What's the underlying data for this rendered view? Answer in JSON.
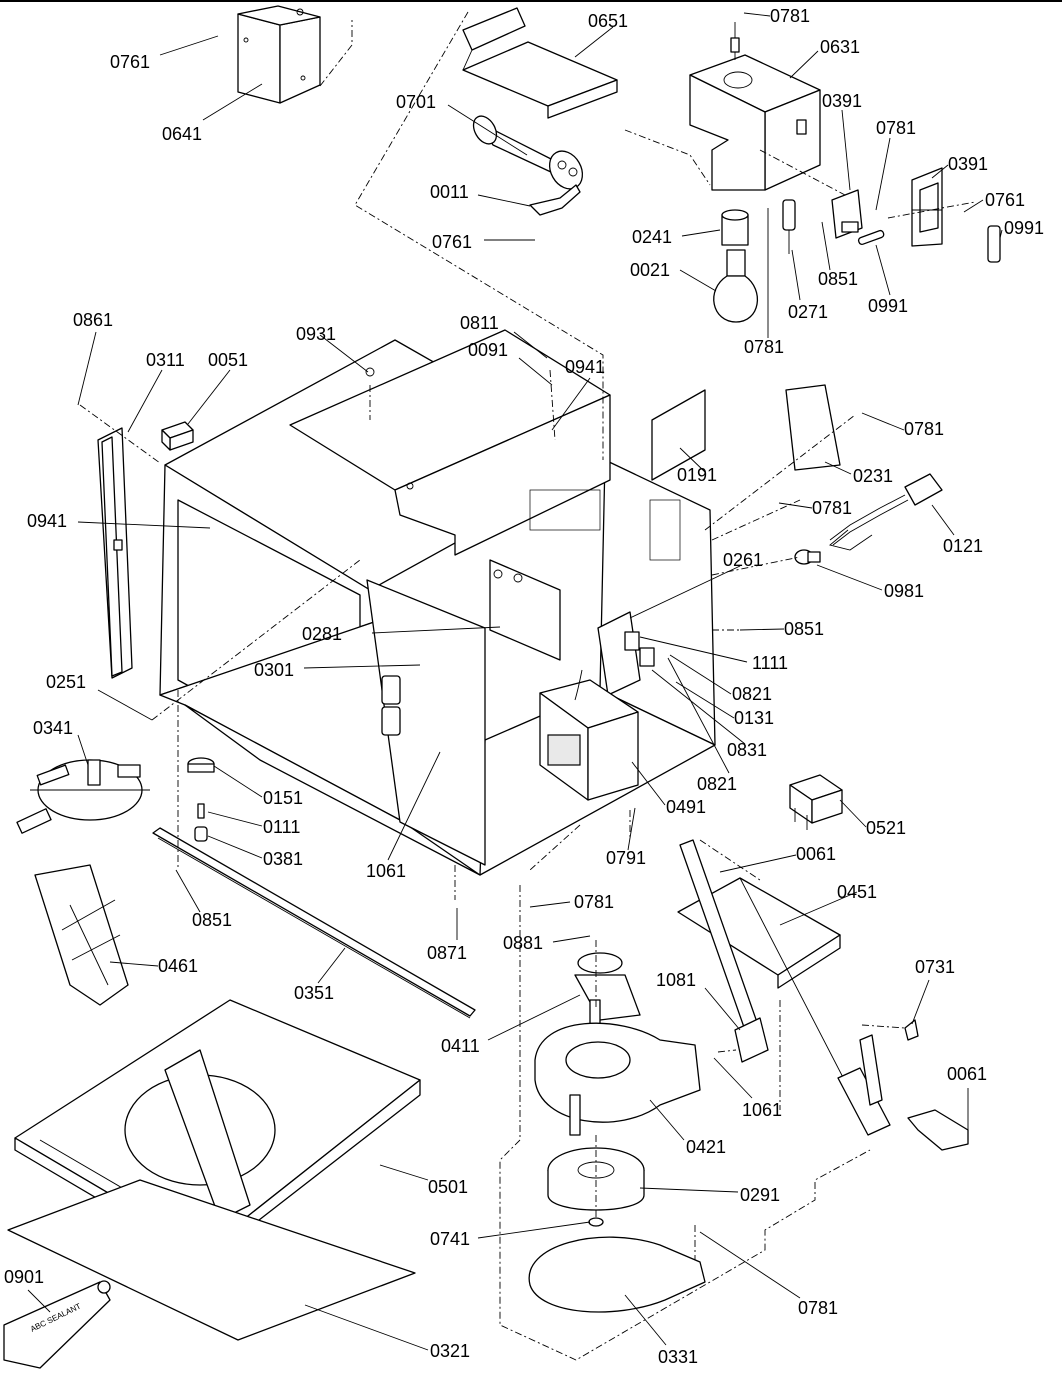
{
  "diagram": {
    "parts": [
      {
        "id": "0761a",
        "label": "0761"
      },
      {
        "id": "0641",
        "label": "0641"
      },
      {
        "id": "0651",
        "label": "0651"
      },
      {
        "id": "0701",
        "label": "0701"
      },
      {
        "id": "0011",
        "label": "0011"
      },
      {
        "id": "0761b",
        "label": "0761"
      },
      {
        "id": "0781a",
        "label": "0781"
      },
      {
        "id": "0631",
        "label": "0631"
      },
      {
        "id": "0391a",
        "label": "0391"
      },
      {
        "id": "0781b",
        "label": "0781"
      },
      {
        "id": "0391b",
        "label": "0391"
      },
      {
        "id": "0761c",
        "label": "0761"
      },
      {
        "id": "0991a",
        "label": "0991"
      },
      {
        "id": "0241",
        "label": "0241"
      },
      {
        "id": "0021",
        "label": "0021"
      },
      {
        "id": "0851a",
        "label": "0851"
      },
      {
        "id": "0271",
        "label": "0271"
      },
      {
        "id": "0991b",
        "label": "0991"
      },
      {
        "id": "0781c",
        "label": "0781"
      },
      {
        "id": "0861",
        "label": "0861"
      },
      {
        "id": "0311",
        "label": "0311"
      },
      {
        "id": "0051",
        "label": "0051"
      },
      {
        "id": "0931",
        "label": "0931"
      },
      {
        "id": "0811",
        "label": "0811"
      },
      {
        "id": "0091",
        "label": "0091"
      },
      {
        "id": "0941a",
        "label": "0941"
      },
      {
        "id": "0781d",
        "label": "0781"
      },
      {
        "id": "0191",
        "label": "0191"
      },
      {
        "id": "0231",
        "label": "0231"
      },
      {
        "id": "0941b",
        "label": "0941"
      },
      {
        "id": "0781e",
        "label": "0781"
      },
      {
        "id": "0121",
        "label": "0121"
      },
      {
        "id": "0261",
        "label": "0261"
      },
      {
        "id": "0981",
        "label": "0981"
      },
      {
        "id": "0281",
        "label": "0281"
      },
      {
        "id": "0851b",
        "label": "0851"
      },
      {
        "id": "0301",
        "label": "0301"
      },
      {
        "id": "1111",
        "label": "1111"
      },
      {
        "id": "0251",
        "label": "0251"
      },
      {
        "id": "0821a",
        "label": "0821"
      },
      {
        "id": "0341",
        "label": "0341"
      },
      {
        "id": "0131",
        "label": "0131"
      },
      {
        "id": "0831",
        "label": "0831"
      },
      {
        "id": "0151",
        "label": "0151"
      },
      {
        "id": "0821b",
        "label": "0821"
      },
      {
        "id": "0111",
        "label": "0111"
      },
      {
        "id": "0491",
        "label": "0491"
      },
      {
        "id": "0521",
        "label": "0521"
      },
      {
        "id": "0381",
        "label": "0381"
      },
      {
        "id": "0791",
        "label": "0791"
      },
      {
        "id": "0061a",
        "label": "0061"
      },
      {
        "id": "1061a",
        "label": "1061"
      },
      {
        "id": "0451",
        "label": "0451"
      },
      {
        "id": "0851c",
        "label": "0851"
      },
      {
        "id": "0781f",
        "label": "0781"
      },
      {
        "id": "0871",
        "label": "0871"
      },
      {
        "id": "0881",
        "label": "0881"
      },
      {
        "id": "0461",
        "label": "0461"
      },
      {
        "id": "0731",
        "label": "0731"
      },
      {
        "id": "1081",
        "label": "1081"
      },
      {
        "id": "0351",
        "label": "0351"
      },
      {
        "id": "0411",
        "label": "0411"
      },
      {
        "id": "0061b",
        "label": "0061"
      },
      {
        "id": "1061b",
        "label": "1061"
      },
      {
        "id": "0421",
        "label": "0421"
      },
      {
        "id": "0501",
        "label": "0501"
      },
      {
        "id": "0291",
        "label": "0291"
      },
      {
        "id": "0741",
        "label": "0741"
      },
      {
        "id": "0901",
        "label": "0901"
      },
      {
        "id": "0781g",
        "label": "0781"
      },
      {
        "id": "0321",
        "label": "0321"
      },
      {
        "id": "0331",
        "label": "0331"
      }
    ],
    "tube_text": "ABC SEALANT"
  }
}
